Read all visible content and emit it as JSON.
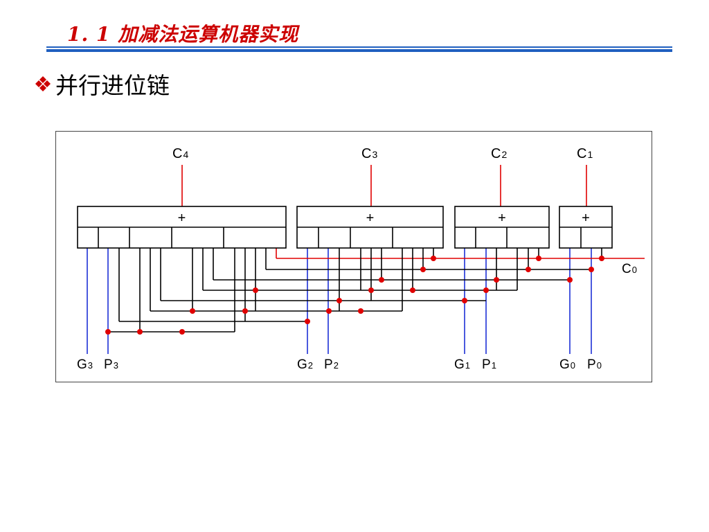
{
  "slide": {
    "title": "1. 1  加减法运算机器实现",
    "bullet": "并行进位链",
    "bullet_icon": "four-diamond-bullet-icon"
  },
  "diagram": {
    "carry_in": {
      "label": "C",
      "sub": "0"
    },
    "blocks": [
      {
        "name": "block-3",
        "op": "+",
        "out": {
          "label": "C",
          "sub": "4"
        },
        "in": [
          {
            "label": "G",
            "sub": "3"
          },
          {
            "label": "P",
            "sub": "3"
          }
        ]
      },
      {
        "name": "block-2",
        "op": "+",
        "out": {
          "label": "C",
          "sub": "3"
        },
        "in": [
          {
            "label": "G",
            "sub": "2"
          },
          {
            "label": "P",
            "sub": "2"
          }
        ]
      },
      {
        "name": "block-1",
        "op": "+",
        "out": {
          "label": "C",
          "sub": "2"
        },
        "in": [
          {
            "label": "G",
            "sub": "1"
          },
          {
            "label": "P",
            "sub": "1"
          }
        ]
      },
      {
        "name": "block-0",
        "op": "+",
        "out": {
          "label": "C",
          "sub": "1"
        },
        "in": [
          {
            "label": "G",
            "sub": "0"
          },
          {
            "label": "P",
            "sub": "0"
          }
        ]
      }
    ],
    "colors": {
      "carry": "#e00000",
      "input": "#1c2fd6",
      "wire": "#000000",
      "dot": "#e00000"
    }
  }
}
